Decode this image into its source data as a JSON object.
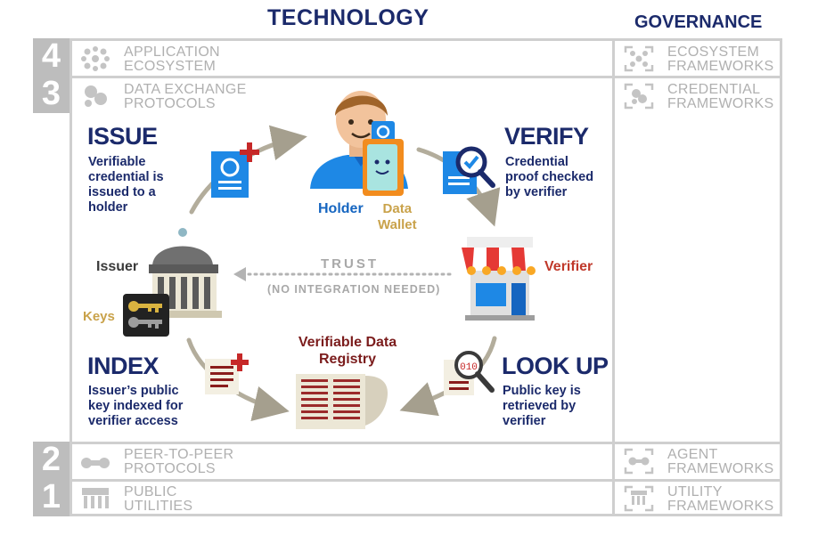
{
  "header": {
    "technology": "TECHNOLOGY",
    "governance": "GOVERNANCE"
  },
  "layers": {
    "l4": {
      "number": "4",
      "tech": "APPLICATION\nECOSYSTEM",
      "gov": "ECOSYSTEM\nFRAMEWORKS"
    },
    "l3": {
      "number": "3",
      "tech": "DATA EXCHANGE\nPROTOCOLS",
      "gov": "CREDENTIAL\nFRAMEWORKS"
    },
    "l2": {
      "number": "2",
      "tech": "PEER-TO-PEER\nPROTOCOLS",
      "gov": "AGENT\nFRAMEWORKS"
    },
    "l1": {
      "number": "1",
      "tech": "PUBLIC\nUTILITIES",
      "gov": "UTILITY\nFRAMEWORKS"
    }
  },
  "steps": {
    "issue": {
      "title": "ISSUE",
      "desc": "Verifiable\ncredential is\nissued to a\nholder"
    },
    "verify": {
      "title": "VERIFY",
      "desc": "Credential\nproof checked\nby verifier"
    },
    "index": {
      "title": "INDEX",
      "desc": "Issuer’s public\nkey indexed for\nverifier access"
    },
    "lookup": {
      "title": "LOOK UP",
      "desc": "Public key is\nretrieved by\nverifier"
    }
  },
  "roles": {
    "holder": "Holder",
    "wallet": "Data\nWallet",
    "issuer": "Issuer",
    "keys": "Keys",
    "verifier": "Verifier",
    "registry": "Verifiable Data\nRegistry"
  },
  "trust": {
    "label": "TRUST",
    "note": "(NO INTEGRATION NEEDED)"
  },
  "colors": {
    "navy": "#1b2a6b",
    "blue": "#1565c0",
    "red": "#c0392b",
    "gold": "#c9a24a",
    "gray": "#bdbdbd",
    "maroon": "#7b1c1c"
  }
}
